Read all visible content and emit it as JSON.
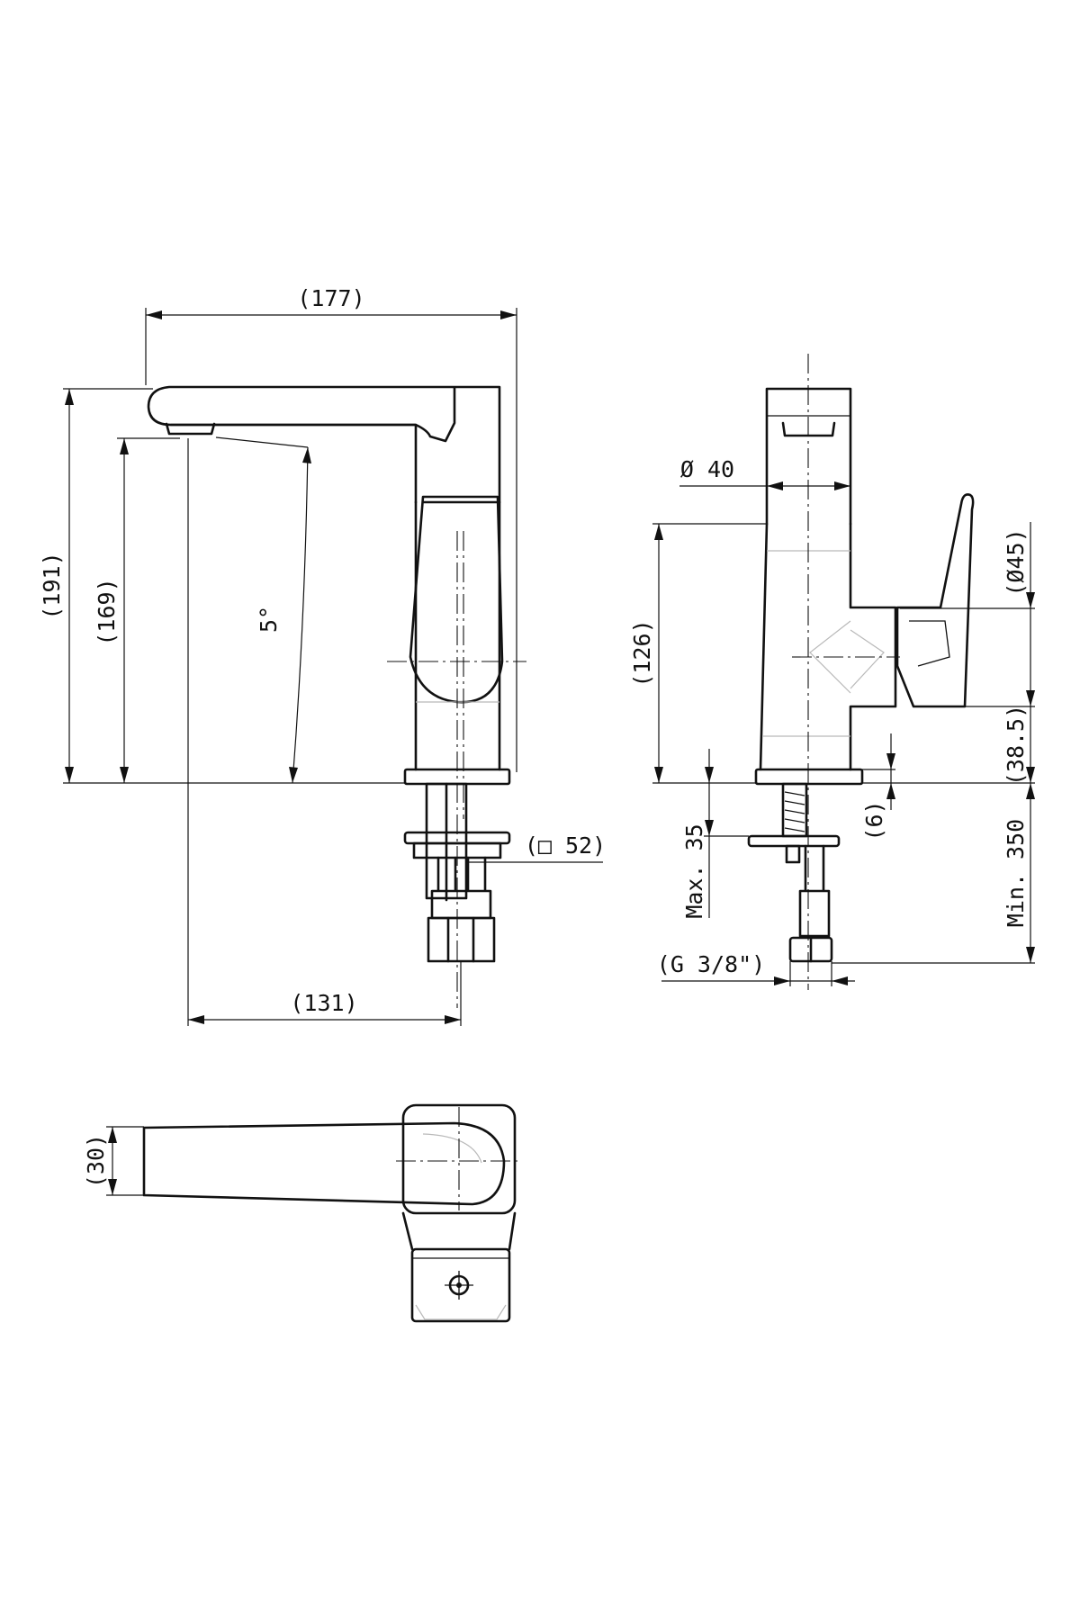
{
  "side_view": {
    "overall_length": "(177)",
    "overall_height": "(191)",
    "outlet_height": "(169)",
    "swivel_angle": "5°",
    "base_square": "(□ 52)",
    "projection": "(131)"
  },
  "front_view": {
    "spout_diameter": "Ø 40",
    "body_diameter": "(Ø45)",
    "body_height": "(126)",
    "lever_height": "(38.5)",
    "plate_thickness": "(6)",
    "max_counter_thickness": "Max. 35",
    "min_hose_length": "Min. 350",
    "connection_thread": "(G 3/8\")"
  },
  "top_view": {
    "spout_width": "(30)"
  }
}
